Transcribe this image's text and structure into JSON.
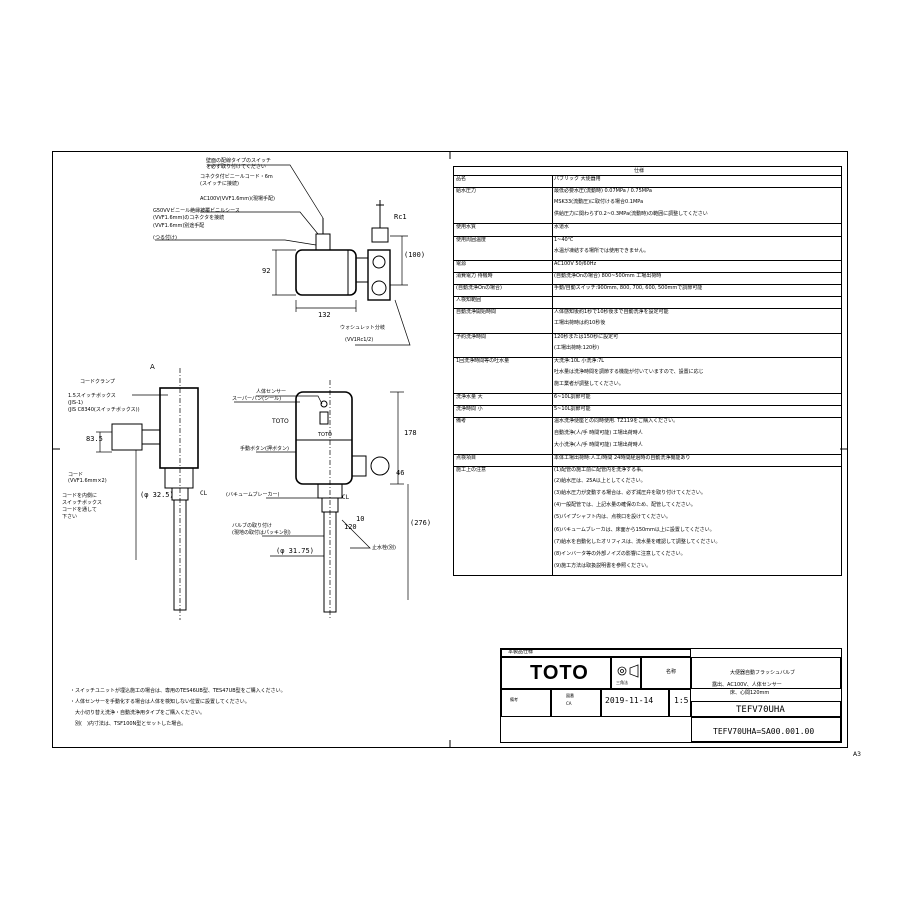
{
  "drawing": {
    "frame_letter_left": "A",
    "frame_letter_right": "A",
    "sheet_size": "A3"
  },
  "top_view": {
    "callouts": [
      "壁面の配線タイプのスイッチ",
      "を必ず取り付けてください",
      "コネクタ付ビニールコード・6m",
      "(スイッチに接続)",
      "AC100V(VVF1.6mm)(現場手配)",
      "G50VVビニール絶縁被覆ビニルシース",
      "(VVF1.6mm)のコネクタを接続",
      "(VVF1.6mm)別途手配",
      "(つる付け)",
      "ウォシュレット分岐",
      "(VV1Rc1/2)"
    ],
    "rc_label": "Rc1",
    "dim_height": "92",
    "dim_width": "132",
    "dim_right": "(100)"
  },
  "side_view": {
    "callouts": [
      "コードクランプ",
      "1.5スイッチボックス",
      "(JIS-1)",
      "(JIS C8340(スイッチボックス))",
      "コード",
      "(VVF1.6mm×2)",
      "コードを内側に",
      "スイッチボックス",
      "コードを通して",
      "下さい"
    ],
    "dims": [
      "83.5",
      "(φ 32.5)",
      "CL"
    ]
  },
  "front_view": {
    "callouts": [
      "人体センサー",
      "スーパーパン(シール)",
      "TOTO",
      "手動ボタン(押ボタン)",
      "(バキュームブレーカー)",
      "バルブの取り付け",
      "(現地の取付はパッキン別)",
      "止水栓(別)"
    ],
    "nameplate": "TOTO",
    "dims": [
      "178",
      "46",
      "10",
      "120",
      "(φ 31.75)",
      "(276)",
      "CL"
    ]
  },
  "spec_table": {
    "header": "仕様",
    "rows": [
      {
        "label": "品名",
        "value": "パブリック 大便器用"
      },
      {
        "label": "給水圧力",
        "value": "最低必要水圧(流動時) 0.07MPa / 0.75MPa"
      },
      {
        "label": "",
        "value": "MSK33(流動圧)に取付ける場合0.1MPa"
      },
      {
        "label": "",
        "value": "供給圧力に関わらず0.2~0.3MPa(流動時)の範囲に調整してください"
      },
      {
        "label": "使用水質",
        "value": "水道水"
      },
      {
        "label": "使用周囲温度",
        "value": "1~40℃"
      },
      {
        "label": "",
        "value": "水温が凍結する場所では使用できません。"
      },
      {
        "label": "電源",
        "value": "AC100V 50/60Hz"
      },
      {
        "label": "消費電力 待機時",
        "value": "(自動洗浄Onの場合) 800~500mm 工場出荷時"
      },
      {
        "label": "(自動洗浄Onの場合)",
        "value": "手動/自動スイッチ:900mm, 800, 700, 600, 500mmで調節可能"
      },
      {
        "label": "人検知範囲",
        "value": ""
      },
      {
        "label": "自動洗浄開始時間",
        "value": "人体感知後約1秒で10秒後まで自動洗浄を設定可能"
      },
      {
        "label": "",
        "value": "工場出荷時は約10秒後"
      },
      {
        "label": "予約洗浄時間",
        "value": "120秒または150秒に設定可"
      },
      {
        "label": "",
        "value": "(工場出荷時:120秒)"
      },
      {
        "label": "1回洗浄時間等の吐水量",
        "value": "大洗浄:10L 小洗浄:7L"
      },
      {
        "label": "",
        "value": "吐水量は洗浄時間を調節する機能が付いていますので、設置に応じ"
      },
      {
        "label": "",
        "value": "施工業者が調整してください。"
      },
      {
        "label": "洗浄水量 大",
        "value": "6~10L調節可能"
      },
      {
        "label": "洗浄時間 小",
        "value": "5~10L調節可能"
      },
      {
        "label": "備考",
        "value": "温水洗浄便座との同時使用. TZ119をご購入ください。"
      },
      {
        "label": "",
        "value": "自動洗浄(人/手 時間可能) 工場出荷時人"
      },
      {
        "label": "",
        "value": "大小洗浄(人/手 時間可能) 工場出荷時人"
      },
      {
        "label": "点検項目",
        "value": "本体工場出荷時:人工/時間 24時間経過時の自動洗浄機能あり"
      },
      {
        "label": "施工上の注意",
        "value": "(1)配管の施工前に配管内を洗浄する事。"
      },
      {
        "label": "",
        "value": "(2)給水圧は、25A以上としてください。"
      },
      {
        "label": "",
        "value": "(3)給水圧力が変動する場合は、必ず減圧弁を取り付けてください。"
      },
      {
        "label": "",
        "value": "(4)一般配管では、上記水量の確保のため、配管してください。"
      },
      {
        "label": "",
        "value": "(5)パイプシャフト内は、点検口を設けてください。"
      },
      {
        "label": "",
        "value": "(6)バキュームブレーカは、床面から150mm以上に設置してください。"
      },
      {
        "label": "",
        "value": "(7)給水を自動化したオリフィスは、流水量を確認して調整してください。"
      },
      {
        "label": "",
        "value": "(8)インバータ等の外部ノイズの影響に注意してください。"
      },
      {
        "label": "",
        "value": "(9)施工方法は取扱説明書を参照ください。"
      }
    ]
  },
  "notes": [
    "・スイッチユニットが埋込施工の場合は、専用のTES46UB型、TES47UB型をご購入ください。",
    "・人体センサーを手動化する場合は人体を検知しない位置に設置してください。",
    "　大小切り替え洗浄・自動洗浄用タイプをご購入ください。",
    "　別(　)内寸法は、TSF100N型とセットした場合。"
  ],
  "title_block": {
    "stamp_header": "本製品仕様",
    "logo": "TOTO",
    "projection_label": "三角法",
    "name_caption": "名称",
    "product_name": "大便器自動フラッシュバルブ",
    "spec_line1": "露出、AC100V、人体センサー",
    "spec_line2": "床、心間120mm",
    "label_a": "備考",
    "label_b": "図番",
    "label_c": "CA",
    "date": "2019-11-14",
    "scale": "1:5",
    "model": "TEFV70UHA",
    "drawing_no": "TEFV70UHA=SA00.001.00"
  }
}
